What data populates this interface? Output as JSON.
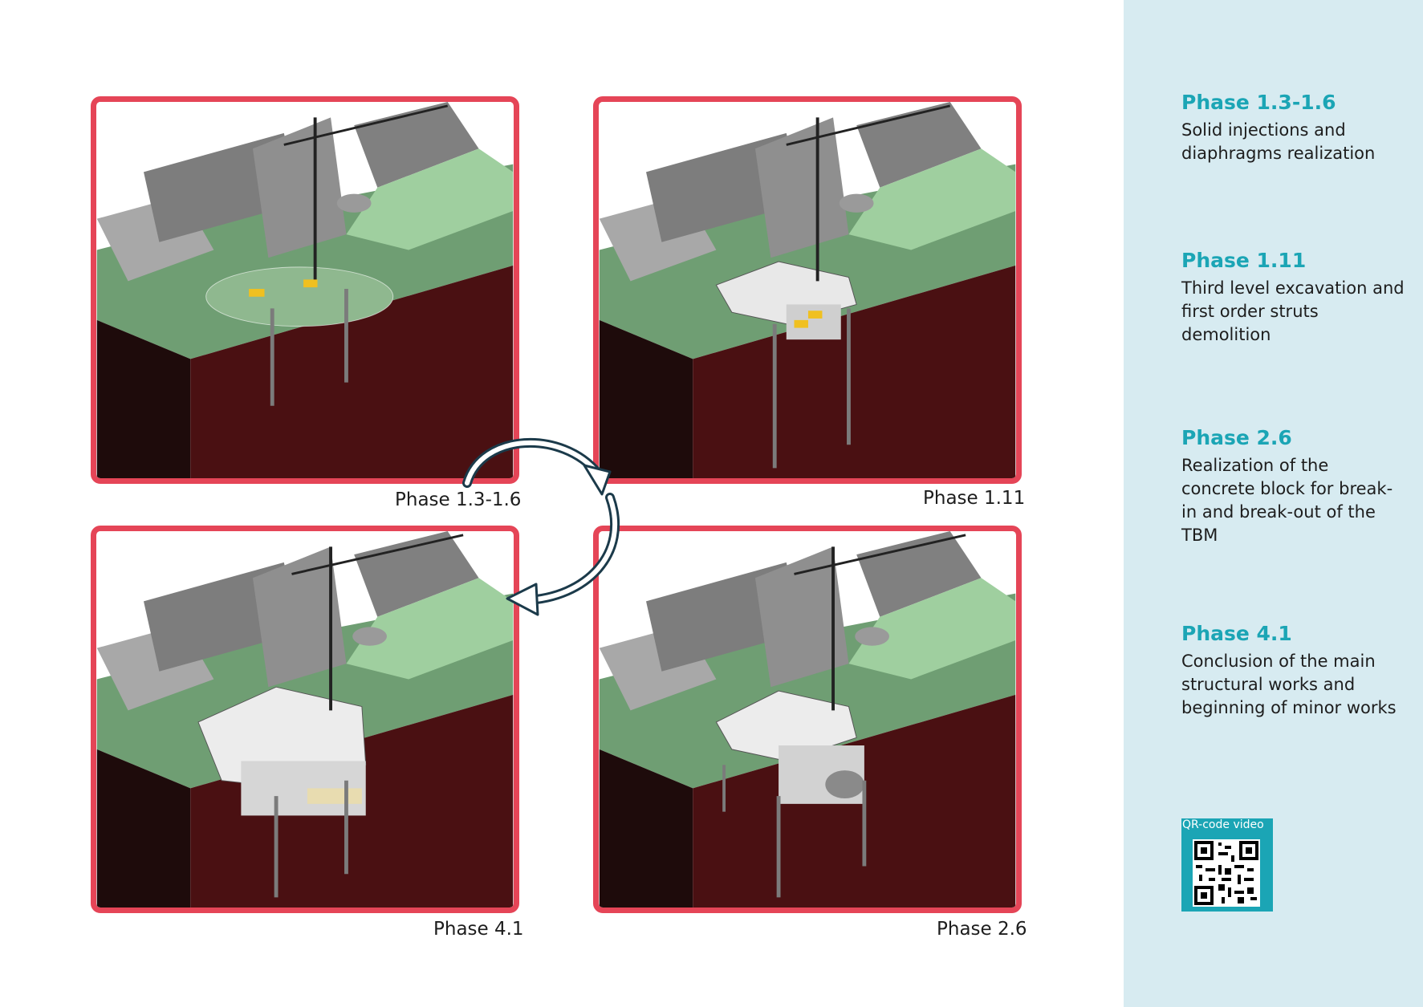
{
  "captions": {
    "p1": "Phase 1.3-1.6",
    "p2": "Phase 1.11",
    "p3": "Phase 4.1",
    "p4": "Phase 2.6"
  },
  "sidebar": {
    "phases": [
      {
        "title": "Phase 1.3-1.6",
        "desc": "Solid injections and diaphragms realization"
      },
      {
        "title": "Phase 1.11",
        "desc": "Third level excavation and first order struts demolition"
      },
      {
        "title": "Phase 2.6",
        "desc": "Realization of the concrete block for break-in and break-out of the TBM"
      },
      {
        "title": "Phase 4.1",
        "desc": "Conclusion of the main structural works and beginning of minor works"
      }
    ],
    "qr_label": "QR-code video"
  },
  "colors": {
    "frame": "#e54557",
    "accent": "#1ba5b5",
    "sidebar_bg": "#d7ebf1",
    "ground": "#6f9e73",
    "soil": "#4a1012",
    "building": "#8c8c8c",
    "arrow_fill": "#ffffff",
    "arrow_stroke": "#1b3a4a"
  }
}
